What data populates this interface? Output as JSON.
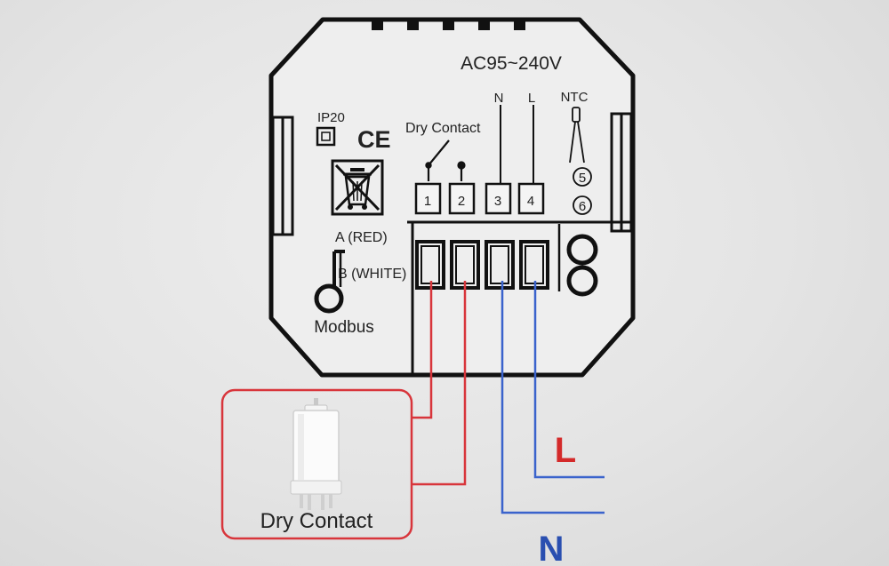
{
  "device": {
    "voltage_label": "AC95~240V",
    "ip_rating": "IP20",
    "ce_mark": "CE",
    "dry_contact_label": "Dry Contact",
    "terminal_n_label": "N",
    "terminal_l_label": "L",
    "ntc_label": "NTC",
    "terminals": [
      "1",
      "2",
      "3",
      "4"
    ],
    "ntc_terminals": [
      "5",
      "6"
    ],
    "modbus_a_label": "A (RED)",
    "modbus_b_label": "B (WHITE)",
    "modbus_label": "Modbus"
  },
  "external": {
    "dry_contact_caption": "Dry Contact",
    "live_label": "L",
    "neutral_label": "N"
  },
  "colors": {
    "red_wire": "#d8353b",
    "blue_wire": "#3a63cc",
    "line": "#111111",
    "live_text": "#d42a2a",
    "neutral_text": "#2a4fb0"
  }
}
